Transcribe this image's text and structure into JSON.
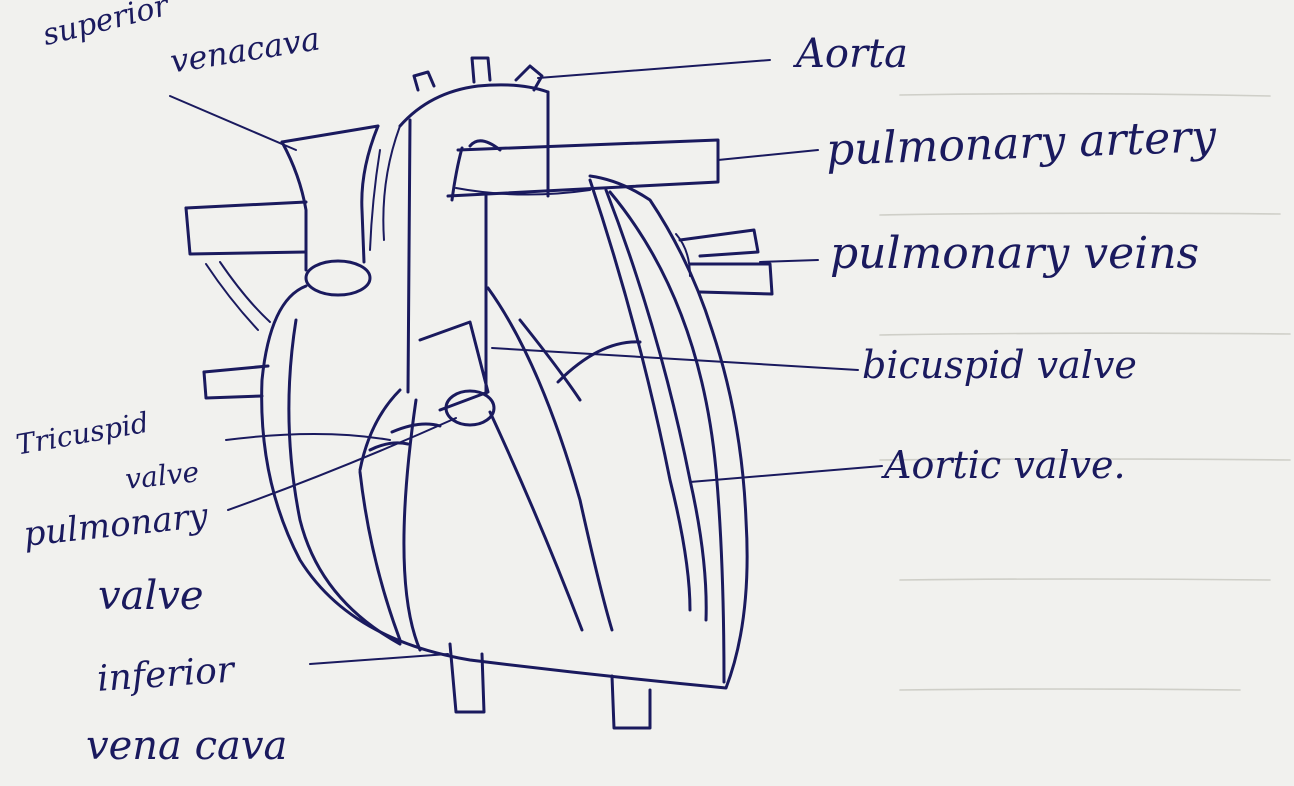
{
  "diagram": {
    "labels": {
      "superior_vena_cava_line1": "superior",
      "superior_vena_cava_line2": "venacava",
      "aorta": "Aorta",
      "pulmonary_artery": "pulmonary artery",
      "pulmonary_veins": "pulmonary veins",
      "bicuspid_valve": "bicuspid valve",
      "aortic_valve": "Aortic valve.",
      "tricuspid_valve_line1": "Tricuspid",
      "tricuspid_valve_line2": "valve",
      "pulmonary_valve_line1": "pulmonary",
      "pulmonary_valve_line2": "valve",
      "inferior_vena_cava_line1": "inferior",
      "inferior_vena_cava_line2": "vena cava"
    },
    "colors": {
      "ink": "#1a1a5e",
      "paper": "#f1f1ee"
    }
  }
}
